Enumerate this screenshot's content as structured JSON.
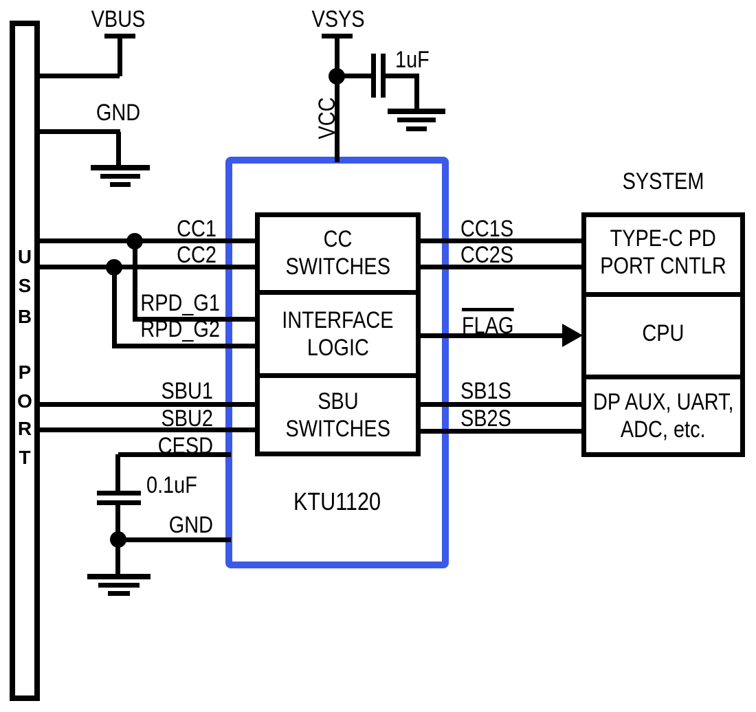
{
  "power_rails": {
    "vbus_label": "VBUS",
    "top_gnd_label": "GND",
    "vsys_label": "VSYS",
    "vcc_pin_label": "VCC",
    "bypass_cap_value": "1uF",
    "esd_cap_value": "0.1uF",
    "bottom_gnd_label": "GND"
  },
  "usb_port": {
    "letters": [
      "U",
      "S",
      "B",
      "P",
      "O",
      "R",
      "T"
    ]
  },
  "chip": {
    "part_number": "KTU1120",
    "outline_color": "#3c5ae9",
    "blocks": [
      {
        "line1": "CC",
        "line2": "SWITCHES"
      },
      {
        "line1": "INTERFACE",
        "line2": "LOGIC"
      },
      {
        "line1": "SBU",
        "line2": "SWITCHES"
      }
    ]
  },
  "left_signals": {
    "cc1": "CC1",
    "cc2": "CC2",
    "rpd_g1": "RPD_G1",
    "rpd_g2": "RPD_G2",
    "sbu1": "SBU1",
    "sbu2": "SBU2",
    "cesd": "CESD"
  },
  "right_signals": {
    "cc1s": "CC1S",
    "cc2s": "CC2S",
    "flag": "FLAG",
    "sb1s": "SB1S",
    "sb2s": "SB2S"
  },
  "system": {
    "title": "SYSTEM",
    "blocks": [
      {
        "line1": "TYPE-C PD",
        "line2": "PORT CNTLR"
      },
      {
        "line1": "CPU",
        "line2": ""
      },
      {
        "line1": "DP AUX, UART,",
        "line2": "ADC, etc."
      }
    ]
  }
}
